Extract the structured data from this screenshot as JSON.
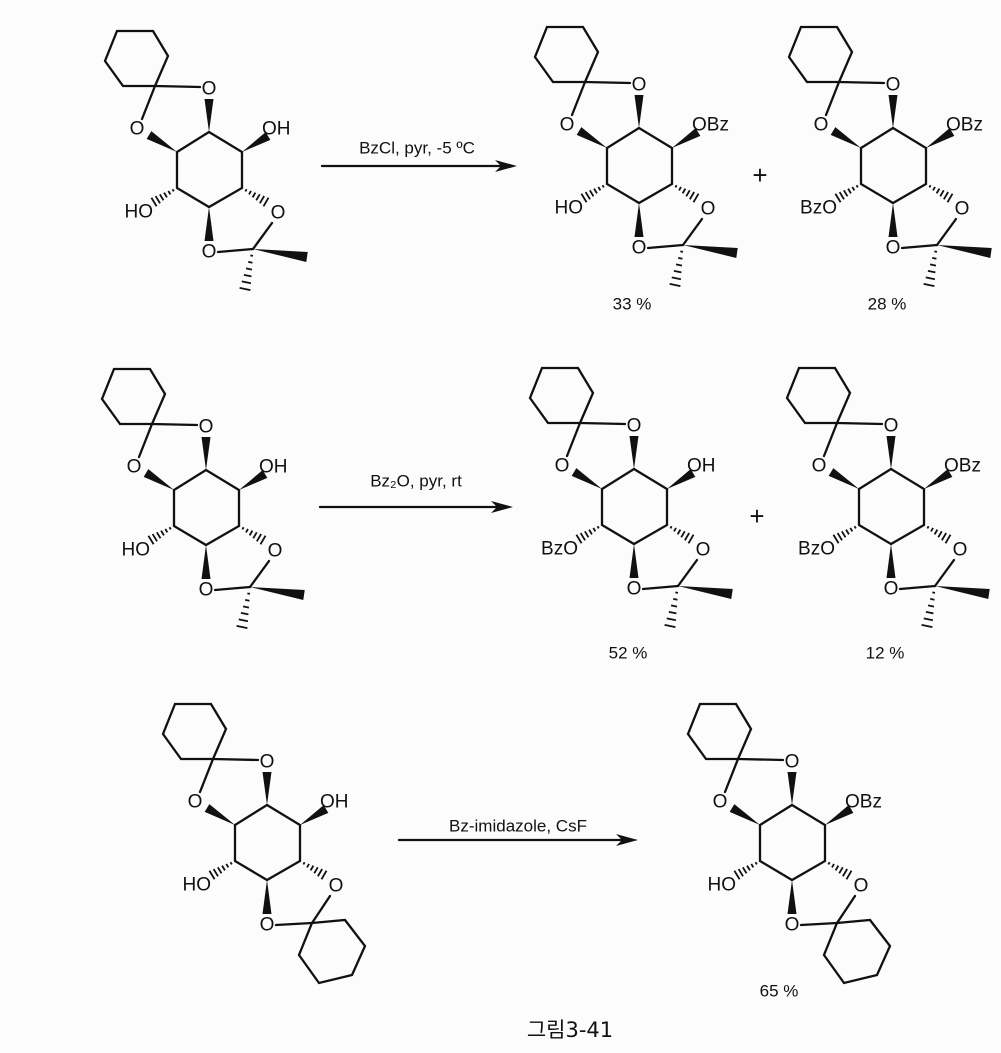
{
  "atoms": {
    "oxygen": "O"
  },
  "reactions": [
    {
      "reagents": "BzCl, pyr, -5 ºC",
      "plus": "+",
      "reactant": {
        "left": "HO",
        "right": "OH",
        "bottom_ketal": "acetonide"
      },
      "products": [
        {
          "left": "HO",
          "right": "OBz",
          "bottom_ketal": "acetonide",
          "yield": "33 %"
        },
        {
          "left": "BzO",
          "right": "OBz",
          "bottom_ketal": "acetonide",
          "yield": "28 %"
        }
      ]
    },
    {
      "reagents": "Bz₂O, pyr, rt",
      "plus": "+",
      "reactant": {
        "left": "HO",
        "right": "OH",
        "bottom_ketal": "acetonide"
      },
      "products": [
        {
          "left": "BzO",
          "right": "OH",
          "bottom_ketal": "acetonide",
          "yield": "52 %"
        },
        {
          "left": "BzO",
          "right": "OBz",
          "bottom_ketal": "acetonide",
          "yield": "12 %"
        }
      ]
    },
    {
      "reagents": "Bz-imidazole, CsF",
      "reactant": {
        "left": "HO",
        "right": "OH",
        "bottom_ketal": "cyclohexylidene"
      },
      "products": [
        {
          "left": "HO",
          "right": "OBz",
          "bottom_ketal": "cyclohexylidene",
          "yield": "65 %"
        }
      ]
    }
  ],
  "caption": "그림3-41"
}
